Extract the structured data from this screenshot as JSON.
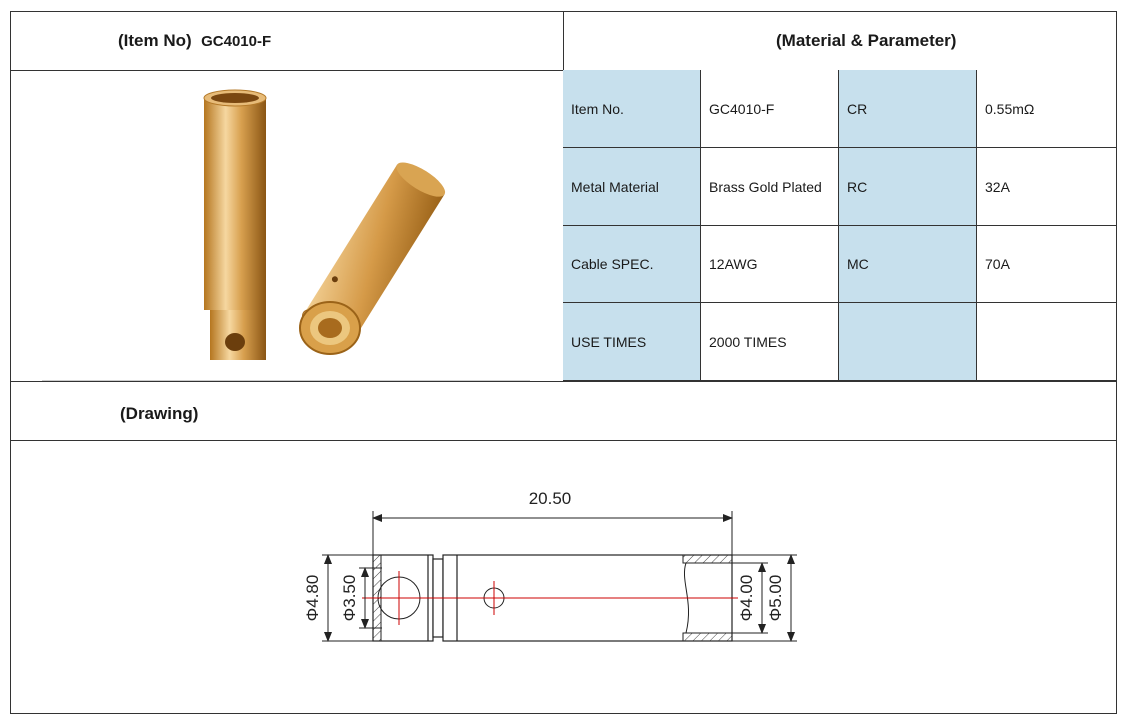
{
  "header": {
    "item_no_label": "(Item No)",
    "item_no_value": "GC4010-F",
    "material_title": "(Material & Parameter)",
    "drawing_title": "(Drawing)"
  },
  "photo": {
    "alt": "gold-plated bullet connector photo"
  },
  "params": {
    "rows": [
      {
        "l1": "Item No.",
        "v1": "GC4010-F",
        "l2": "CR",
        "v2": "0.55mΩ"
      },
      {
        "l1": "Metal Material",
        "v1": "Brass Gold Plated",
        "l2": "RC",
        "v2": "32A"
      },
      {
        "l1": "Cable SPEC.",
        "v1": "12AWG",
        "l2": "MC",
        "v2": "70A"
      },
      {
        "l1": "USE TIMES",
        "v1": "2000 TIMES",
        "l2": "",
        "v2": ""
      }
    ]
  },
  "drawing": {
    "length": "20.50",
    "dim_outer_left": "Φ4.80",
    "dim_inner_left": "Φ3.50",
    "dim_inner_right": "Φ4.00",
    "dim_outer_right": "Φ5.00"
  },
  "colors": {
    "blue_cell": "#c7e0ed",
    "border": "#333333",
    "centerline": "#cc0000",
    "gold": "#c8922e"
  }
}
